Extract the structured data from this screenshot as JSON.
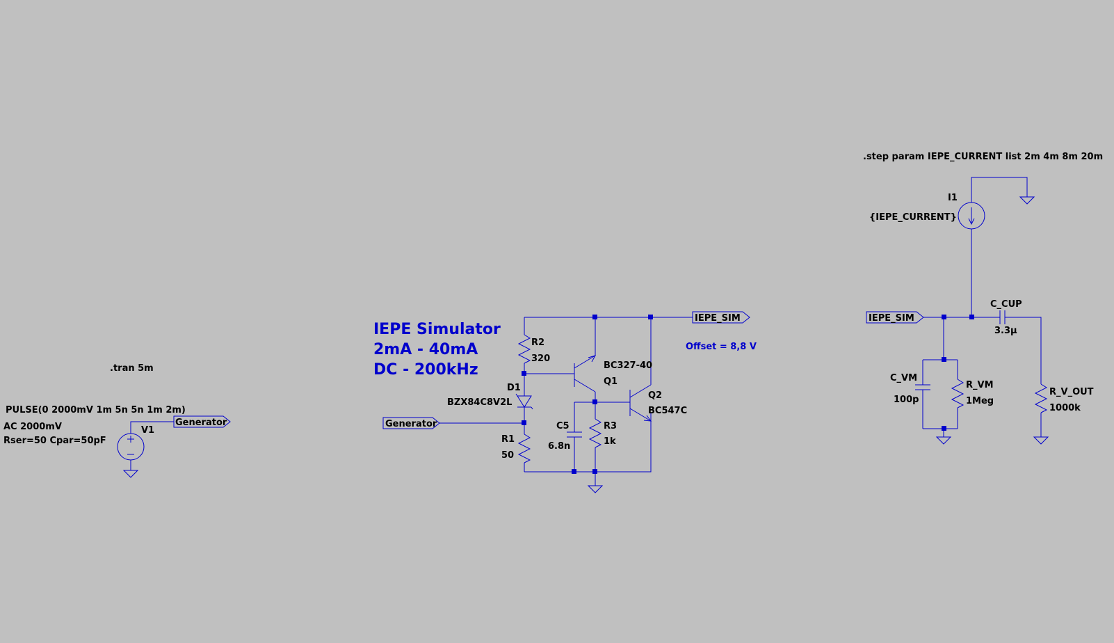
{
  "directives": {
    "tran": ".tran 5m",
    "step": ".step param IEPE_CURRENT list 2m  4m 8m 20m"
  },
  "comments": {
    "title_line1": "IEPE Simulator",
    "title_line2": "2mA - 40mA",
    "title_line3": "DC - 200kHz",
    "offset": "Offset = 8,8 V"
  },
  "net_labels": {
    "generator": "Generator",
    "iepe_sim": "IEPE_SIM"
  },
  "components": {
    "v1": {
      "name": "V1",
      "value1": "PULSE(0 2000mV 1m 5n 5n 1m 2m)",
      "value2": "AC 2000mV",
      "value3": "Rser=50 Cpar=50pF"
    },
    "r1": {
      "name": "R1",
      "value": "50"
    },
    "r2": {
      "name": "R2",
      "value": "320"
    },
    "r3": {
      "name": "R3",
      "value": "1k"
    },
    "d1": {
      "name": "D1",
      "value": "BZX84C8V2L"
    },
    "c5": {
      "name": "C5",
      "value": "6.8n"
    },
    "q1": {
      "name": "Q1",
      "value": "BC327-40"
    },
    "q2": {
      "name": "Q2",
      "value": "BC547C"
    },
    "i1": {
      "name": "I1",
      "value": "{IEPE_CURRENT}"
    },
    "c_cup": {
      "name": "C_CUP",
      "value": "3.3µ"
    },
    "c_vm": {
      "name": "C_VM",
      "value": "100p"
    },
    "r_vm": {
      "name": "R_VM",
      "value": "1Meg"
    },
    "r_v_out": {
      "name": "R_V_OUT",
      "value": "1000k"
    }
  },
  "colors": {
    "background": "#c0c0c0",
    "wire": "#0000cc",
    "text": "#000000",
    "comment": "#0000cc"
  }
}
